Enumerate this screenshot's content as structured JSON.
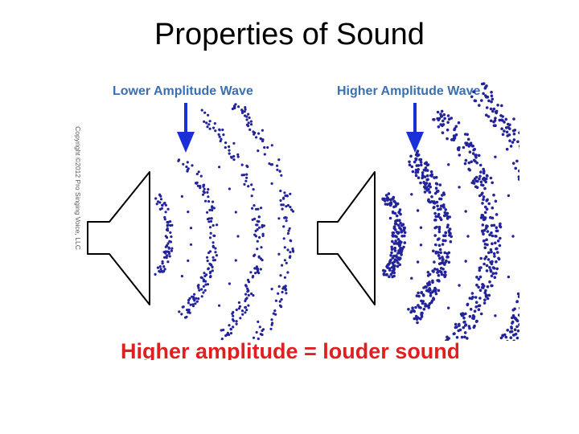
{
  "title": "Properties of Sound",
  "figure": {
    "panels": [
      {
        "label": "Lower Amplitude Wave",
        "amplitude": "low"
      },
      {
        "label": "Higher Amplitude Wave",
        "amplitude": "high"
      }
    ],
    "copyright": "Copyright ©2012 Pro Singing Voice, LLC",
    "colors": {
      "label_text": "#3a6fb0",
      "arrow": "#1a2fd6",
      "dots": "#23239a",
      "outline": "#000000"
    }
  },
  "caption": "Higher amplitude = louder sound",
  "colors": {
    "caption": "#e02020"
  }
}
